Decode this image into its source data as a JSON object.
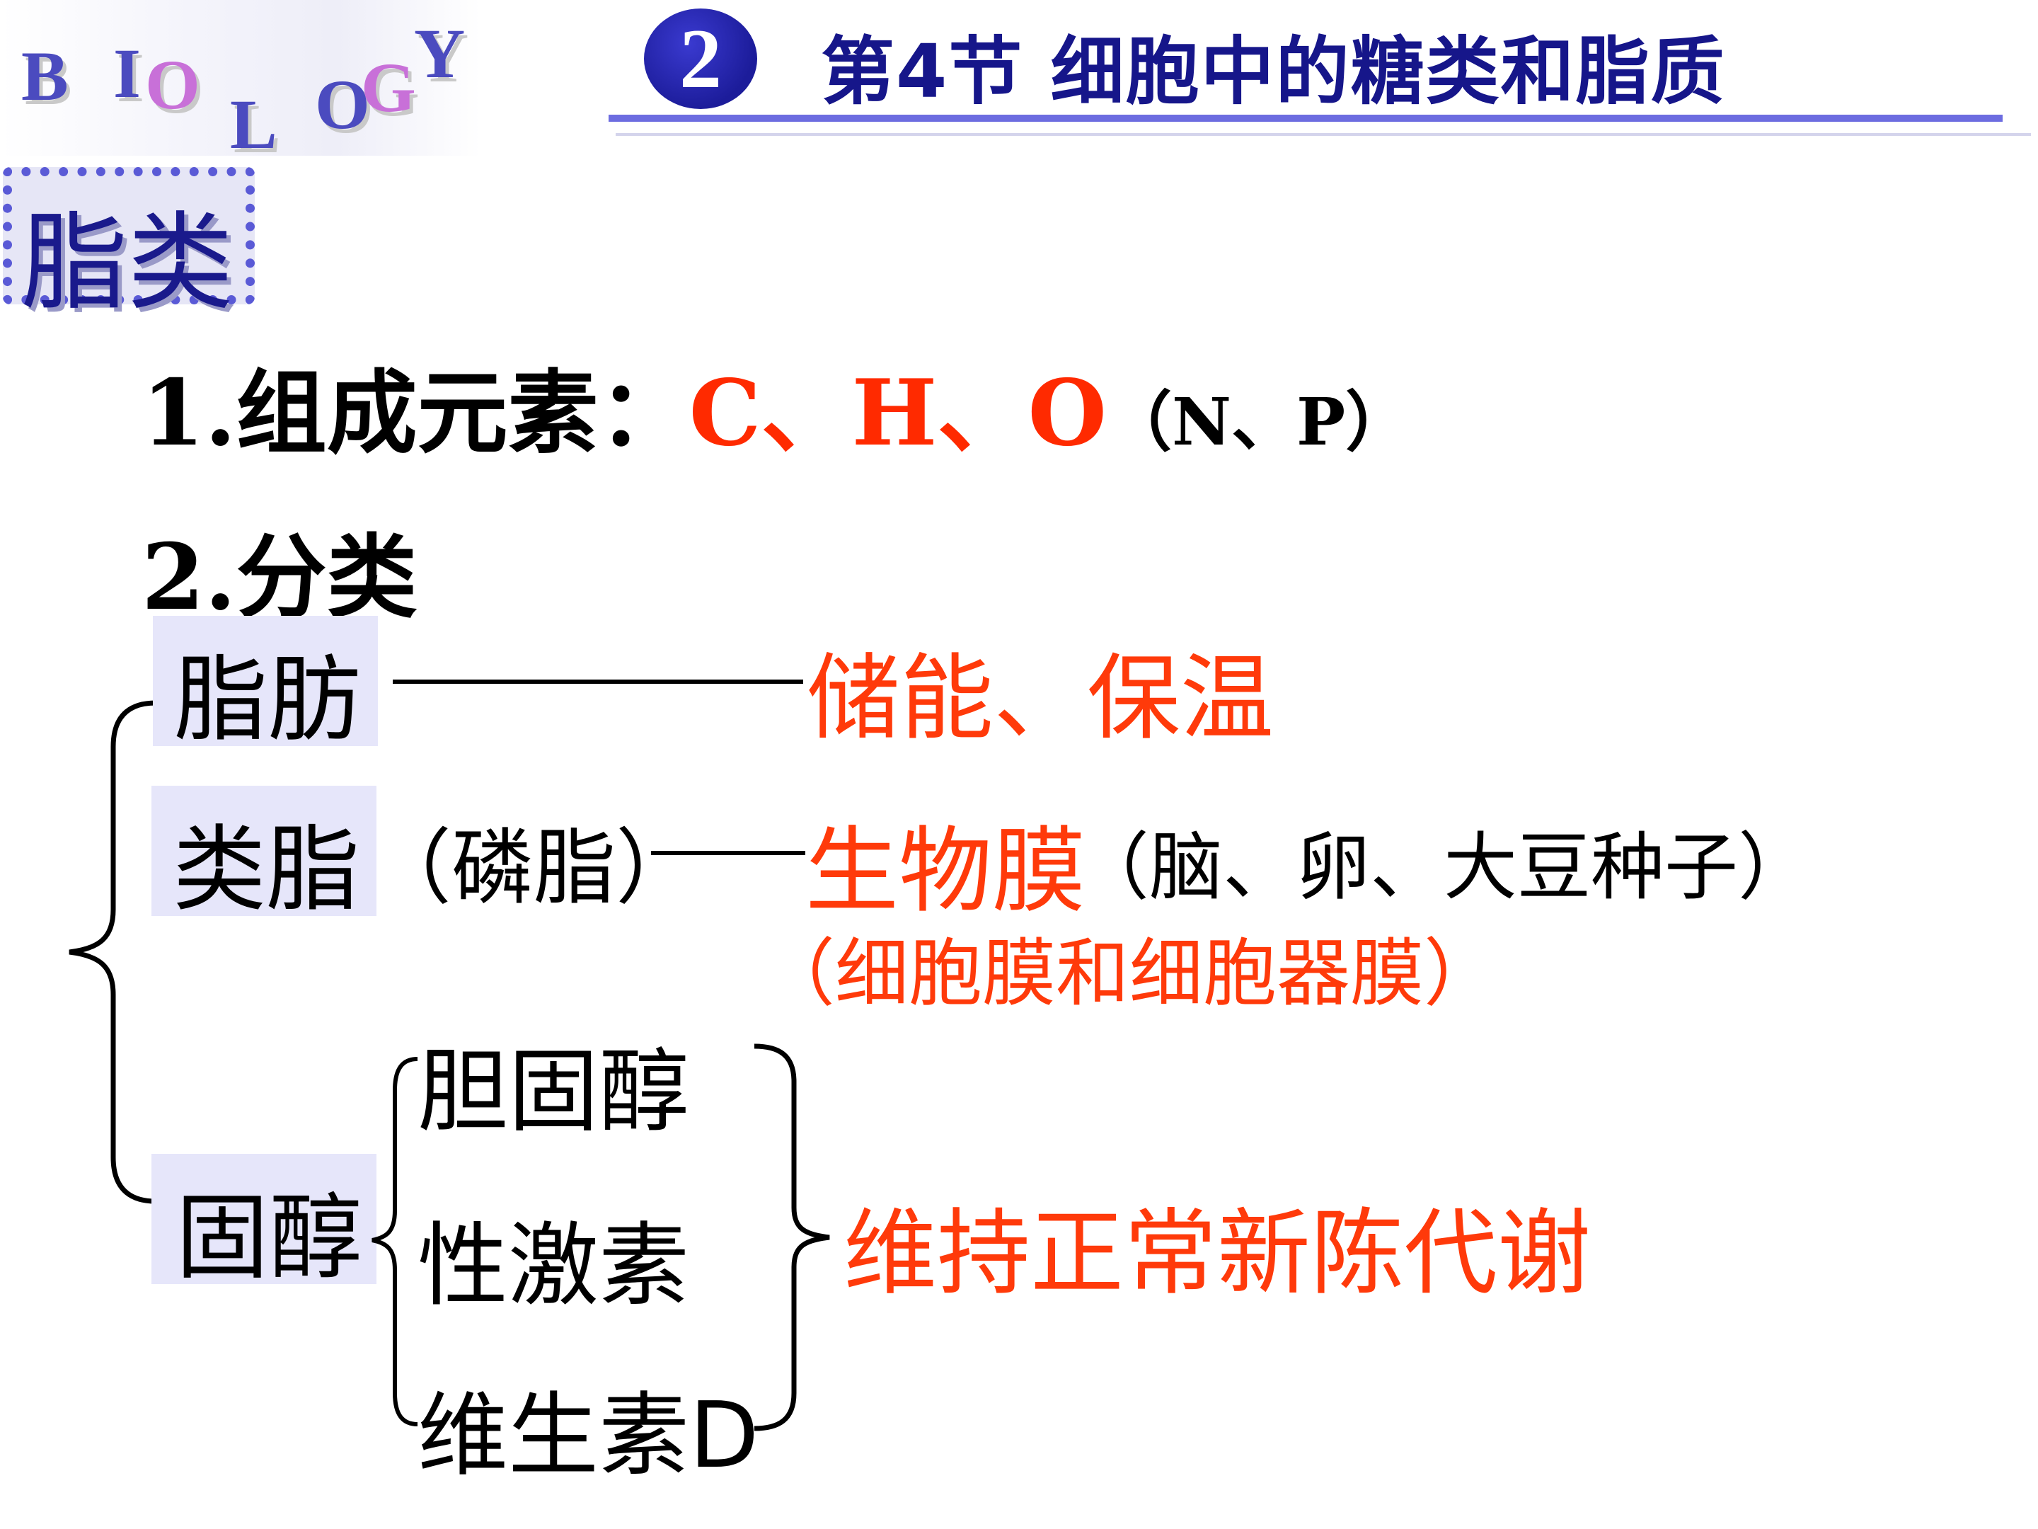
{
  "header": {
    "logo_letters": [
      "B",
      "I",
      "O",
      "L",
      "O",
      "G",
      "Y"
    ],
    "section_number": "2",
    "title": "第4节  细胞中的糖类和脂质"
  },
  "section_label": "脂类",
  "elements": {
    "prefix": "1.组成元素：",
    "main": "C、H、O",
    "extra": "（N、P）"
  },
  "classification": {
    "heading": "2.分类",
    "fat": {
      "label": "脂肪",
      "function": "储能、保温"
    },
    "lipoid": {
      "label": "类脂",
      "note": "（磷脂）",
      "function": "生物膜",
      "sources": "（脑、卵、大豆种子）",
      "membranes": "（细胞膜和细胞器膜）"
    },
    "sterol": {
      "label": "固醇",
      "members": [
        "胆固醇",
        "性激素",
        "维生素D"
      ],
      "function": "维持正常新陈代谢"
    }
  }
}
